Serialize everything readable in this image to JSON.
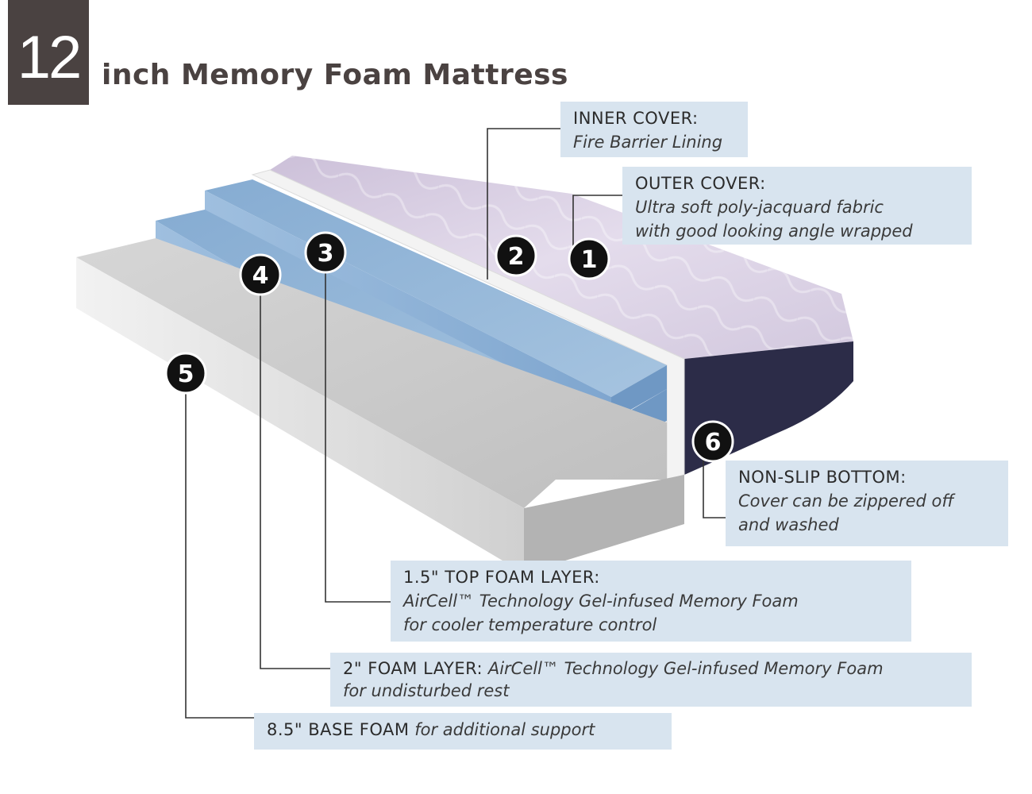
{
  "header": {
    "number": "12",
    "title": "inch Memory Foam Mattress"
  },
  "markers": [
    "1",
    "2",
    "3",
    "4",
    "5",
    "6"
  ],
  "labels": {
    "inner_cover": {
      "heading": "INNER COVER:",
      "desc": "Fire Barrier Lining"
    },
    "outer_cover": {
      "heading": "OUTER COVER:",
      "desc_line1": "Ultra soft poly-jacquard fabric",
      "desc_line2": "with good looking angle wrapped"
    },
    "non_slip_bottom": {
      "heading": "NON-SLIP BOTTOM:",
      "desc_line1": "Cover can be zippered off",
      "desc_line2": "and washed"
    },
    "top_foam": {
      "heading": "1.5\" TOP FOAM LAYER:",
      "desc_line1": "AirCell™ Technology Gel-infused Memory Foam",
      "desc_line2": "for cooler temperature control"
    },
    "foam_2": {
      "heading": "2\" FOAM LAYER:",
      "desc_line1": "AirCell™ Technology Gel-infused Memory Foam",
      "desc_line2": "for undisturbed rest"
    },
    "base_foam": {
      "heading": "8.5\" BASE FOAM",
      "desc": "for additional support"
    }
  },
  "colors": {
    "badge": "#4a4241",
    "label_box": "#d8e4ef",
    "gel_foam": "#8fb3d6",
    "base_foam": "#c9c9c9",
    "cover_top": "#d9d0e2",
    "cover_side": "#2c2c48"
  }
}
